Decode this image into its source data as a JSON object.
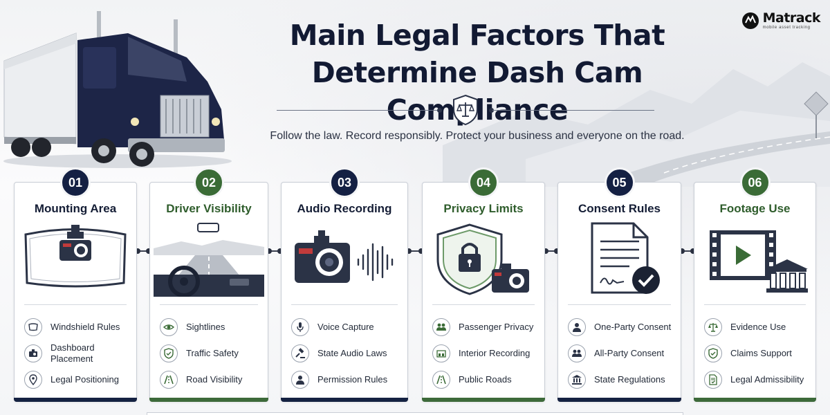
{
  "logo": {
    "brand": "Matrack",
    "tagline": "mobile asset tracking"
  },
  "title": {
    "line1": "Main Legal Factors That",
    "line2": "Determine Dash Cam Compliance"
  },
  "subtitle": "Follow the law. Record responsibly. Protect your business and everyone on the road.",
  "colors": {
    "navy": "#142043",
    "green": "#3a6b36",
    "text": "#121a33"
  },
  "cards": [
    {
      "number": "01",
      "title": "Mounting Area",
      "theme": "navy",
      "items": [
        {
          "icon": "windshield-icon",
          "label": "Windshield Rules"
        },
        {
          "icon": "dashcam-icon",
          "label": "Dashboard Placement"
        },
        {
          "icon": "location-pin-icon",
          "label": "Legal Positioning"
        }
      ]
    },
    {
      "number": "02",
      "title": "Driver Visibility",
      "theme": "green",
      "items": [
        {
          "icon": "eye-icon",
          "label": "Sightlines"
        },
        {
          "icon": "shield-check-icon",
          "label": "Traffic Safety"
        },
        {
          "icon": "road-icon",
          "label": "Road Visibility"
        }
      ]
    },
    {
      "number": "03",
      "title": "Audio Recording",
      "theme": "navy",
      "items": [
        {
          "icon": "microphone-icon",
          "label": "Voice Capture"
        },
        {
          "icon": "gavel-icon",
          "label": "State Audio Laws"
        },
        {
          "icon": "person-icon",
          "label": "Permission Rules"
        }
      ]
    },
    {
      "number": "04",
      "title": "Privacy Limits",
      "theme": "green",
      "items": [
        {
          "icon": "people-icon",
          "label": "Passenger Privacy"
        },
        {
          "icon": "car-interior-icon",
          "label": "Interior Recording"
        },
        {
          "icon": "road-icon",
          "label": "Public Roads"
        }
      ]
    },
    {
      "number": "05",
      "title": "Consent Rules",
      "theme": "navy",
      "items": [
        {
          "icon": "person-icon",
          "label": "One-Party Consent"
        },
        {
          "icon": "people-icon",
          "label": "All-Party Consent"
        },
        {
          "icon": "courthouse-icon",
          "label": "State Regulations"
        }
      ]
    },
    {
      "number": "06",
      "title": "Footage Use",
      "theme": "green",
      "items": [
        {
          "icon": "scales-icon",
          "label": "Evidence Use"
        },
        {
          "icon": "shield-check-icon",
          "label": "Claims Support"
        },
        {
          "icon": "document-check-icon",
          "label": "Legal Admissibility"
        }
      ]
    }
  ]
}
